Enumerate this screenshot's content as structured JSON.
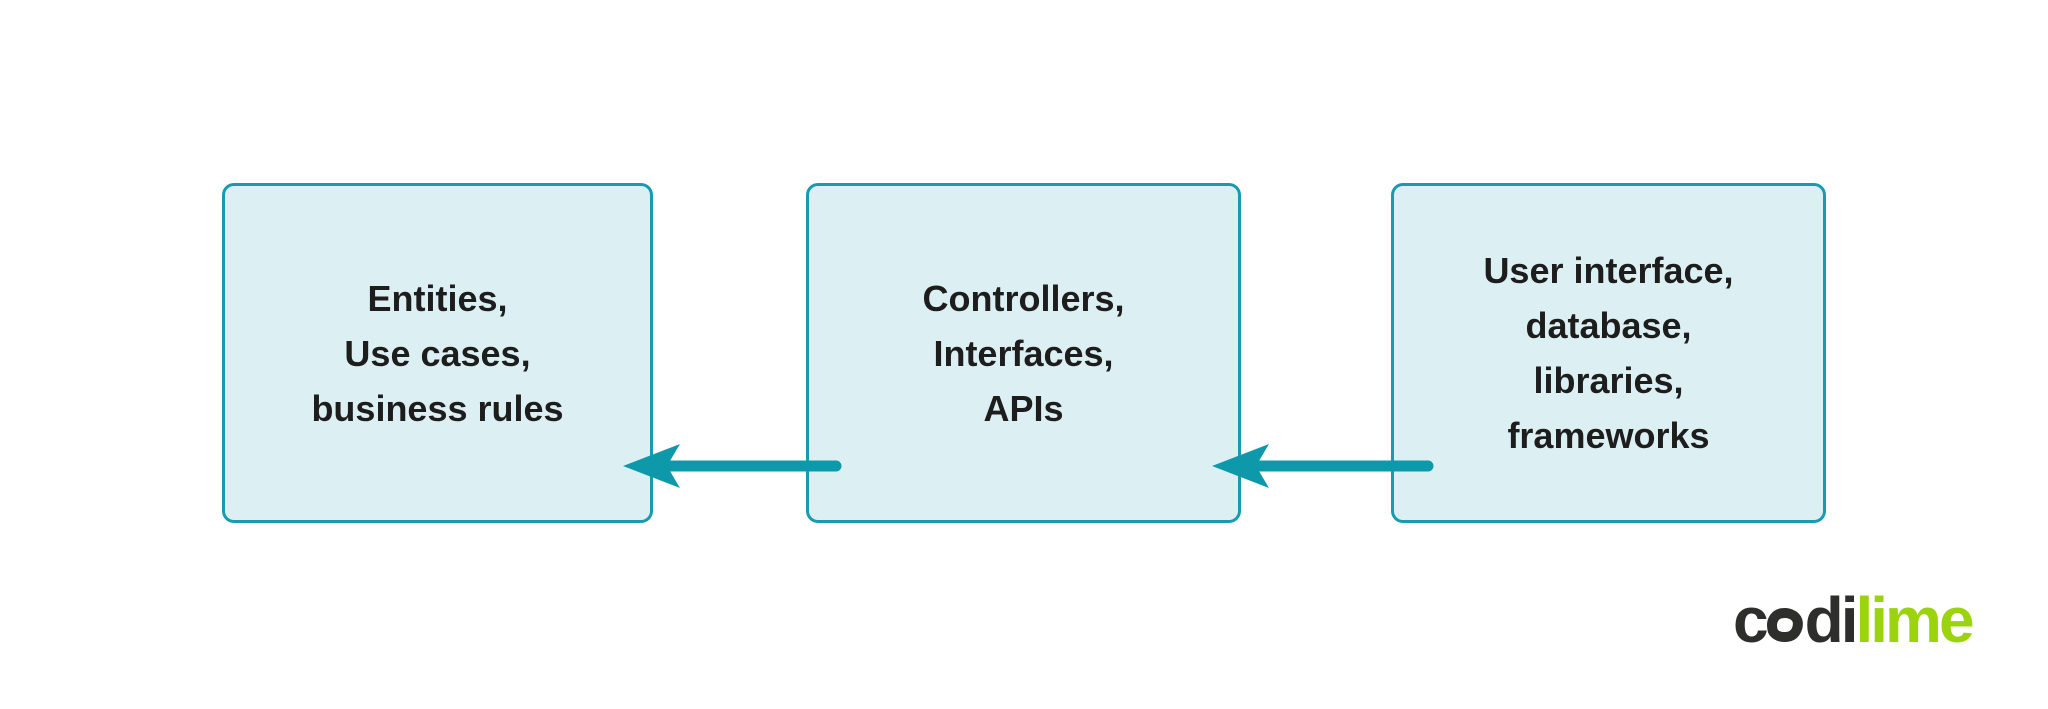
{
  "diagram": {
    "title": "clean-architecture-dependency-flow",
    "boxes": [
      {
        "id": "entities-use-cases-business-rules",
        "lines": [
          "Entities,",
          "Use cases,",
          "business rules"
        ]
      },
      {
        "id": "controllers-interfaces-apis",
        "lines": [
          "Controllers,",
          "Interfaces,",
          "APIs"
        ]
      },
      {
        "id": "user-interface-database-libraries-frameworks",
        "lines": [
          "User interface,",
          "database,",
          "libraries,",
          "frameworks"
        ]
      }
    ],
    "arrows": [
      {
        "from": "controllers-interfaces-apis",
        "to": "entities-use-cases-business-rules",
        "direction": "left"
      },
      {
        "from": "user-interface-database-libraries-frameworks",
        "to": "controllers-interfaces-apis",
        "direction": "left"
      }
    ],
    "colors": {
      "background": "#ffffff",
      "box_fill": "#dcf0f4",
      "box_border": "#1a9ab0",
      "arrow": "#0e99ab",
      "text": "#1d1d1d"
    }
  },
  "logo": {
    "text": "codilime",
    "part_c": "c",
    "part_di": "di",
    "part_lime": "lime",
    "dark_color": "#2e2e2d",
    "lime_color": "#9bd40e"
  }
}
